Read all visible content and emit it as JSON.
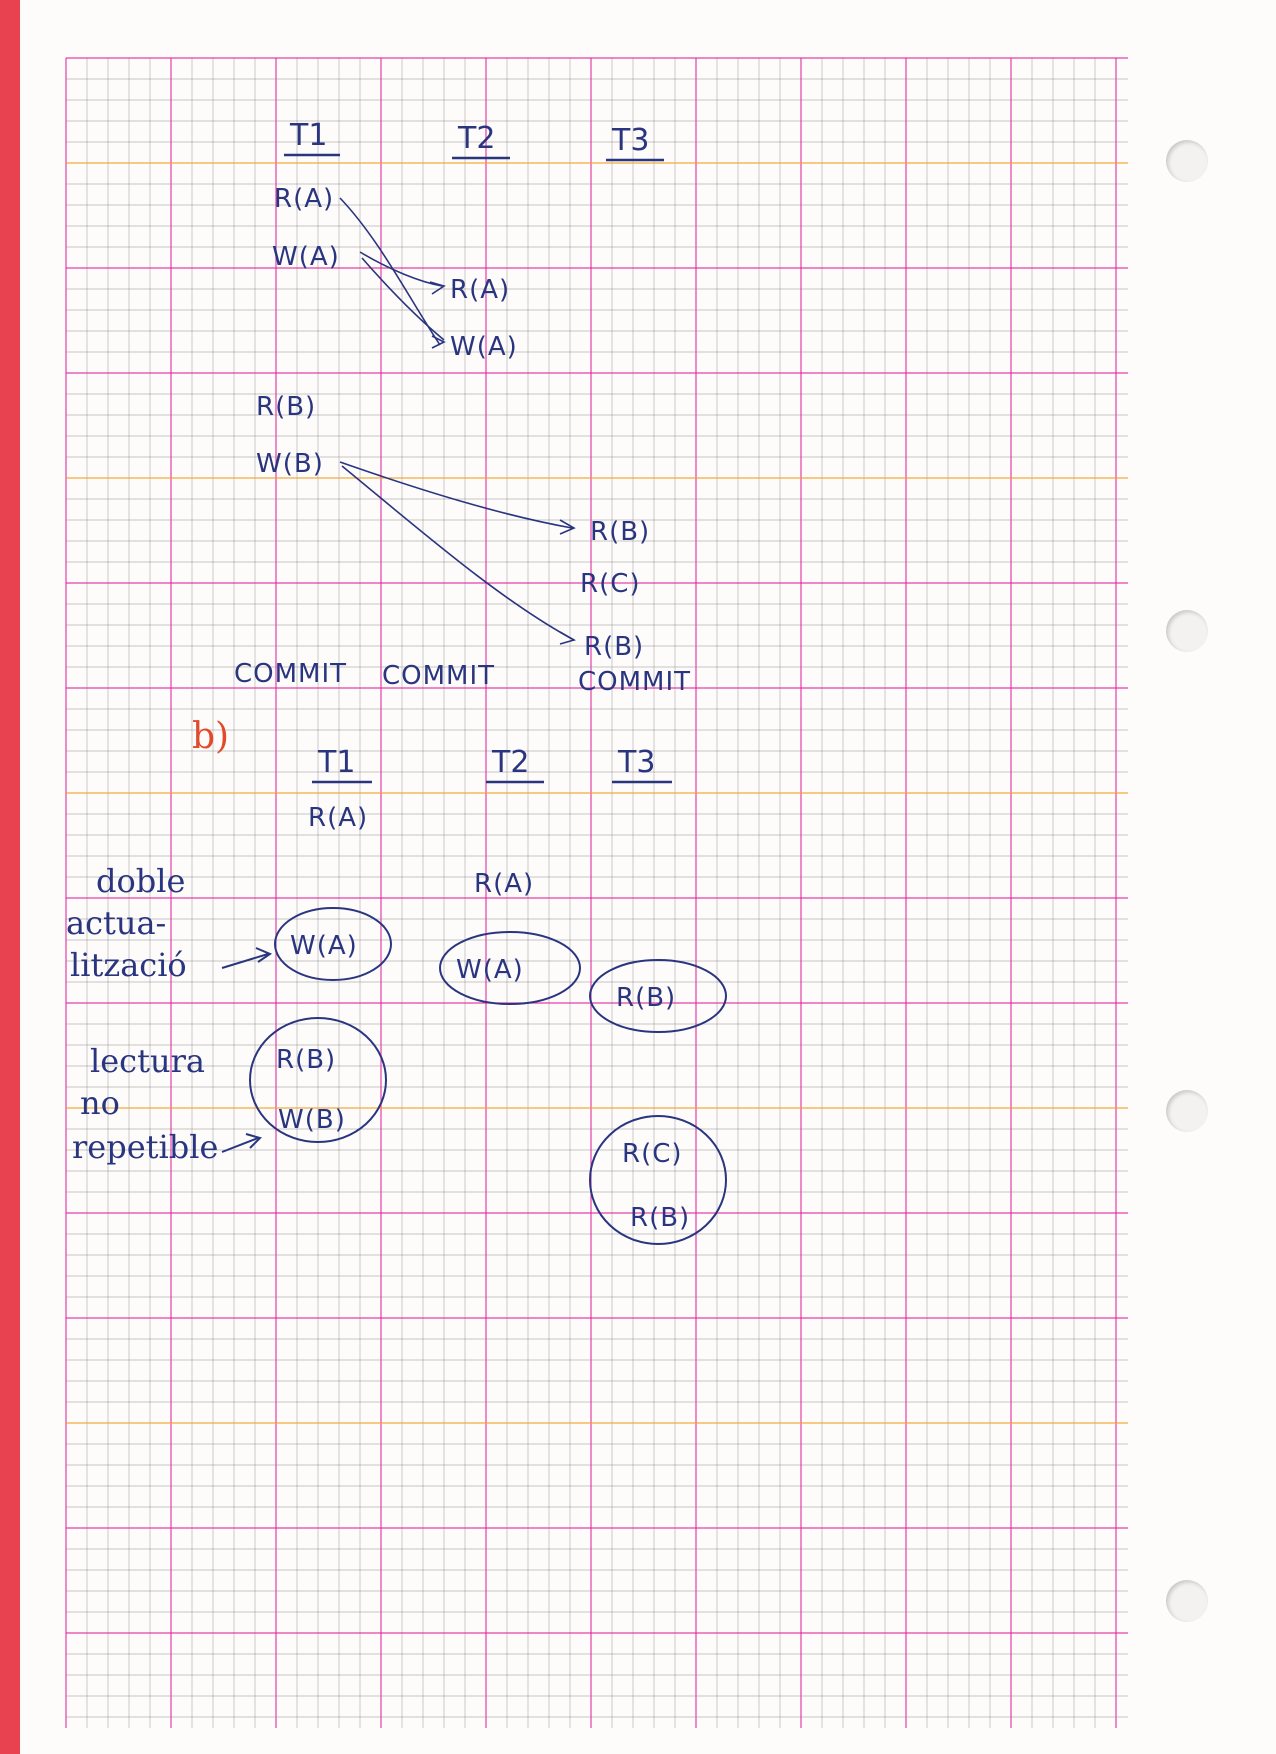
{
  "colors": {
    "ink": "#2a3580",
    "red_ink": "#e14a2b",
    "margin_strip": "#e8414f",
    "grid_fine": "#7a7a7a",
    "grid_pink": "#e0209a",
    "grid_orange": "#f0a020"
  },
  "section_a": {
    "headers": [
      "T1",
      "T2",
      "T3"
    ],
    "t1_ops": [
      "R(A)",
      "W(A)",
      "R(B)",
      "W(B)"
    ],
    "t2_ops": [
      "R(A)",
      "W(A)"
    ],
    "t3_ops": [
      "R(B)",
      "R(C)",
      "R(B)"
    ],
    "commits": [
      "COMMIT",
      "COMMIT",
      "COMMIT"
    ]
  },
  "section_b": {
    "label": "b)",
    "headers": [
      "T1",
      "T2",
      "T3"
    ],
    "t1_first": "R(A)",
    "t2_first": "R(A)",
    "t1_circled_write": "W(A)",
    "t2_circled_write": "W(A)",
    "t3_circled_read": "R(B)",
    "t1_group": [
      "R(B)",
      "W(B)"
    ],
    "t3_group": [
      "R(C)",
      "R(B)"
    ],
    "note_double_update": [
      "doble",
      "actua-",
      "lització"
    ],
    "note_unrepeatable_read": [
      "lectura",
      "no",
      "repetible"
    ]
  }
}
